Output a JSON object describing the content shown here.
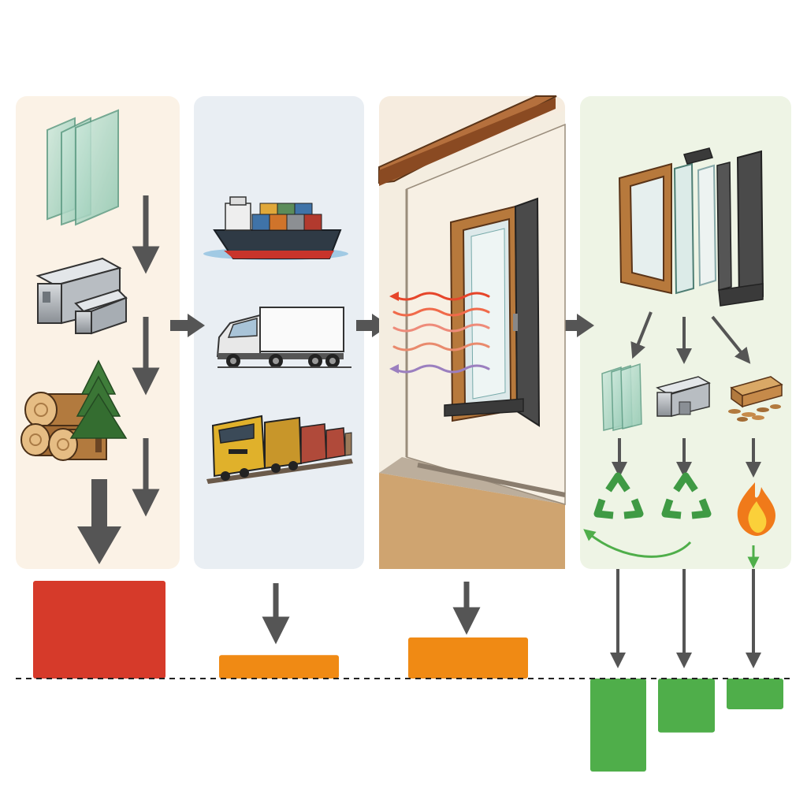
{
  "stages": [
    {
      "id": "materials",
      "icons": [
        "glass-panes-icon",
        "aluminium-profiles-icon",
        "timber-logs-icon",
        "pine-tree-icon"
      ],
      "panel_color": "#fbf2e6"
    },
    {
      "id": "transport",
      "icons": [
        "container-ship-icon",
        "truck-icon",
        "freight-train-icon"
      ],
      "panel_color": "#e9eef3"
    },
    {
      "id": "use",
      "icons": [
        "house-wall-icon",
        "installed-window-icon",
        "heat-loss-waves-icon"
      ],
      "panel_color": "#f6ecdf"
    },
    {
      "id": "end-of-life",
      "icons": [
        "exploded-window-icon",
        "glass-icon",
        "aluminium-icon",
        "wood-chips-icon",
        "recycle-icon",
        "recycle-icon",
        "flame-icon"
      ],
      "panel_color": "#eef4e5"
    }
  ],
  "colors": {
    "high_impact": "#d63a2a",
    "medium_impact": "#f08a14",
    "credit": "#4fae4a",
    "arrow": "#555555",
    "baseline": "#222222"
  },
  "chart_data": {
    "type": "bar",
    "baseline": 0,
    "bars": [
      {
        "stage": "materials",
        "value": 1.0,
        "color": "#d63a2a"
      },
      {
        "stage": "transport",
        "value": 0.24,
        "color": "#f08a14"
      },
      {
        "stage": "use",
        "value": 0.42,
        "color": "#f08a14"
      },
      {
        "stage": "end-of-life-glass",
        "value": -1.0,
        "color": "#4fae4a"
      },
      {
        "stage": "end-of-life-aluminium",
        "value": -0.58,
        "color": "#4fae4a"
      },
      {
        "stage": "end-of-life-wood",
        "value": -0.33,
        "color": "#4fae4a"
      }
    ]
  }
}
